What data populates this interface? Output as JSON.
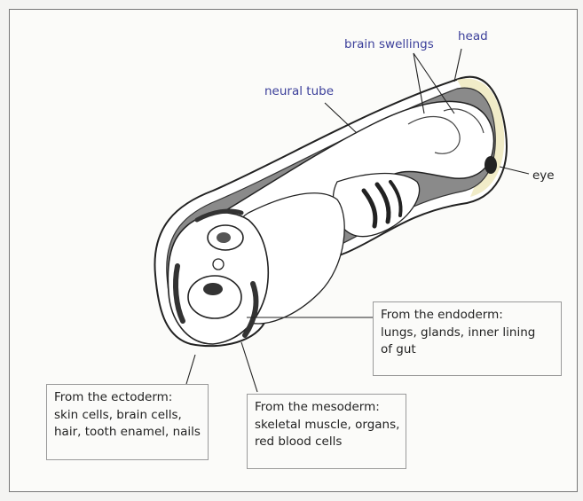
{
  "labels": {
    "head": "head",
    "brain_swellings": "brain swellings",
    "neural_tube": "neural tube",
    "eye": "eye"
  },
  "callouts": {
    "endoderm": {
      "title": "From the endoderm:",
      "line1": "lungs, glands, inner lining",
      "line2": "of gut"
    },
    "ectoderm": {
      "title": "From the ectoderm:",
      "line1": "skin cells, brain cells,",
      "line2": "hair, tooth enamel, nails"
    },
    "mesoderm": {
      "title": "From the mesoderm:",
      "line1": "skeletal muscle, organs,",
      "line2": "red blood cells"
    }
  },
  "colors": {
    "label_blue": "#3b3f9a",
    "embryo_fill": "#ffffff",
    "cavity_gray": "#8a8a8a",
    "head_tint": "#f1ecc8"
  }
}
